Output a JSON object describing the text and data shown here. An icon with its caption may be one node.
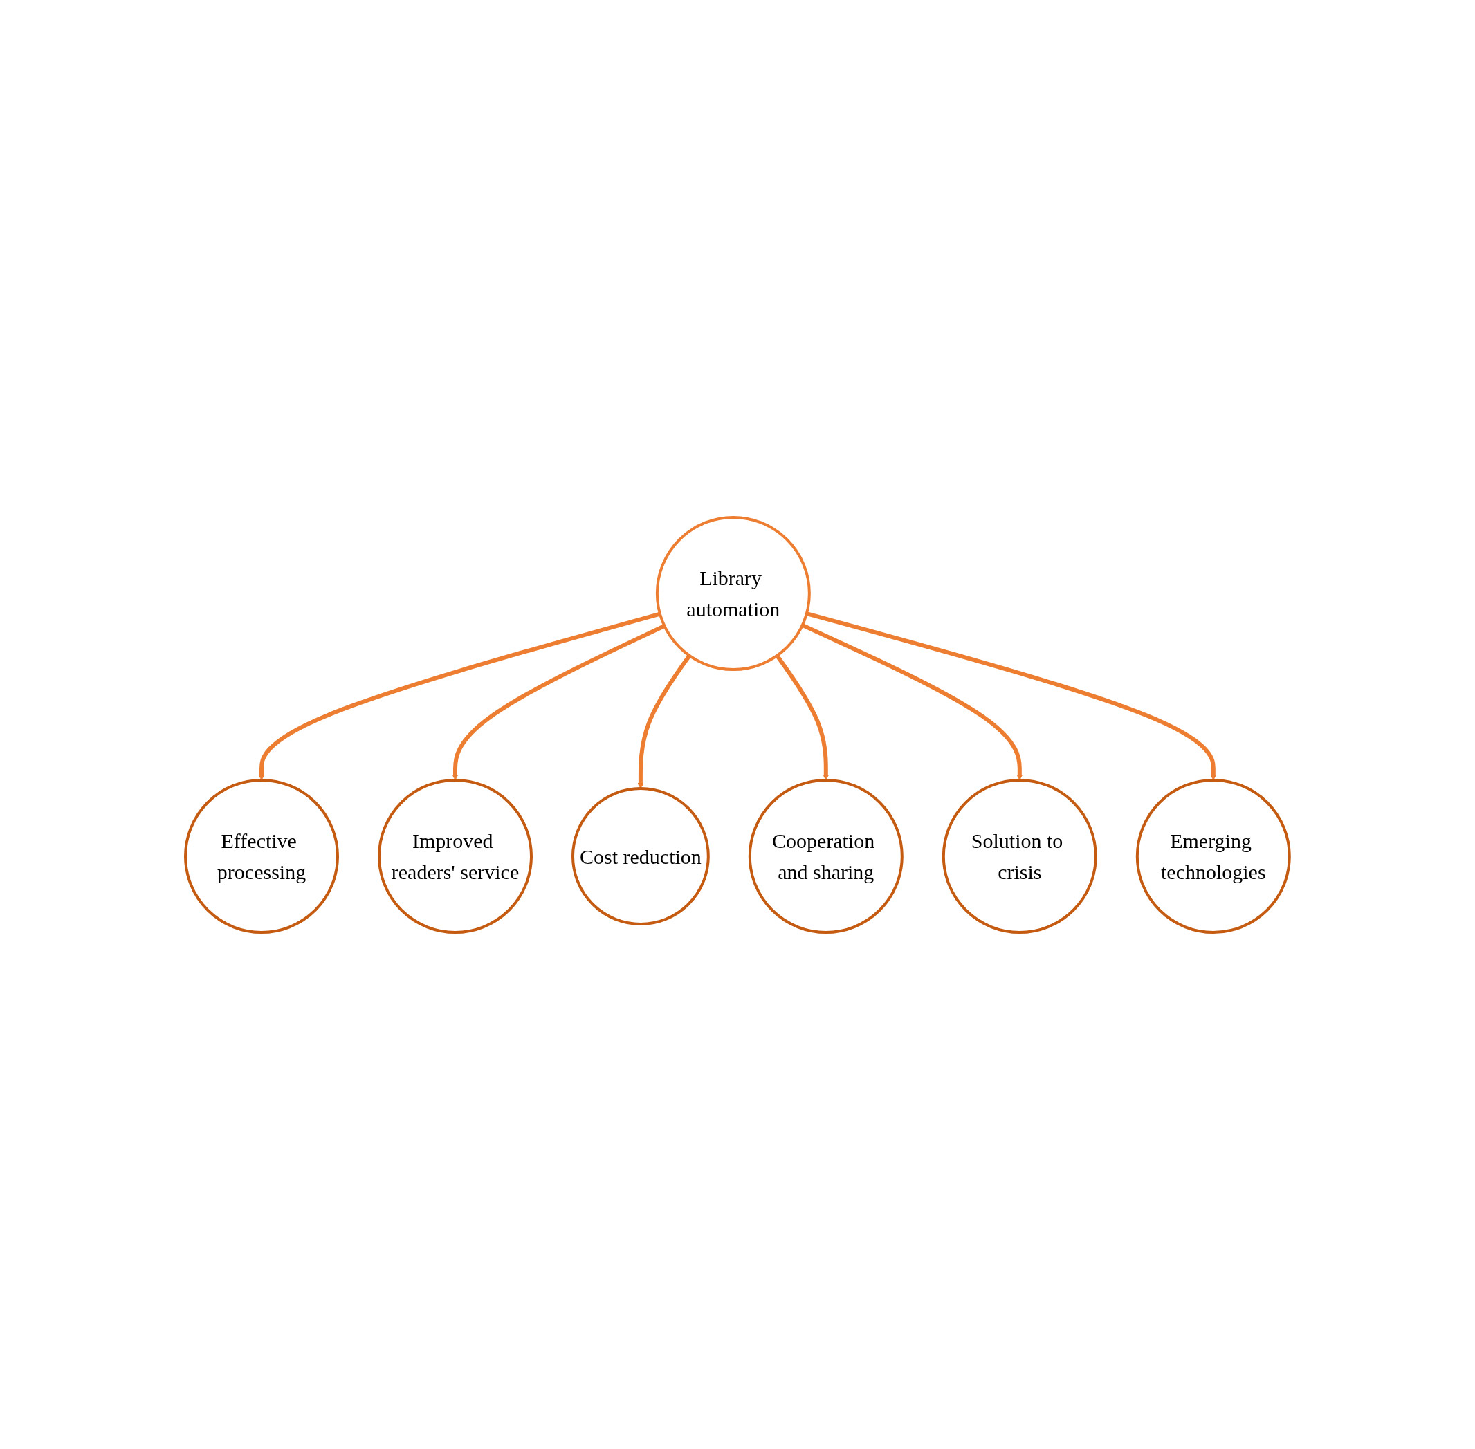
{
  "diagram": {
    "nodes": [
      {
        "text": [
          "Library automation"
        ]
      },
      {
        "text": [
          "Effective processing"
        ]
      },
      {
        "text": [
          "Improved readers' service"
        ]
      },
      {
        "text": [
          "Cost reduction"
        ]
      },
      {
        "text": [
          "Cooperation and sharing"
        ]
      },
      {
        "text": [
          "Solution to crisis"
        ]
      },
      {
        "text": [
          "Emerging technologies"
        ]
      }
    ],
    "edges": [
      {
        "from": 0,
        "to": 1,
        "arrow": "to"
      },
      {
        "from": 0,
        "to": 2,
        "arrow": "to"
      },
      {
        "from": 0,
        "to": 3,
        "arrow": "to"
      },
      {
        "from": 0,
        "to": 4,
        "arrow": "to"
      },
      {
        "from": 0,
        "to": 5,
        "arrow": "to"
      },
      {
        "from": 0,
        "to": 6,
        "arrow": "to"
      }
    ]
  }
}
